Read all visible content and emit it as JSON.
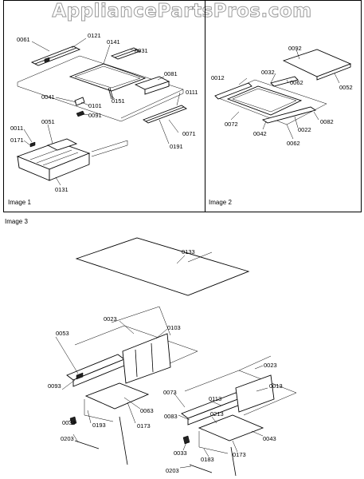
{
  "watermark": "AppliancePartsPros.com",
  "panels": {
    "image1": "Image 1",
    "image2": "Image 2",
    "image3": "Image 3"
  },
  "labels": {
    "l0061a": "0061",
    "l0121": "0121",
    "l0141": "0141",
    "l0031": "0031",
    "l0081": "0081",
    "l0111": "0111",
    "l0041": "0041",
    "l0101": "0101",
    "l0091": "0091",
    "l0151": "0151",
    "l0011": "0011",
    "l0051": "0051",
    "l0171": "0171",
    "l0071": "0071",
    "l0191": "0191",
    "l0131": "0131",
    "l0092": "0092",
    "l0012": "0012",
    "l0032": "0032",
    "l0062": "0062",
    "l0052": "0052",
    "l0072": "0072",
    "l0042": "0042",
    "l0022": "0022",
    "l0082": "0082",
    "l0062b": "0062",
    "l0133": "0133",
    "l0023a": "0023",
    "l0053": "0053",
    "l0103": "0103",
    "l0093": "0093",
    "l0063": "0063",
    "l0033a": "0033",
    "l0193": "0193",
    "l0173a": "0173",
    "l0203a": "0203",
    "l0023b": "0023",
    "l0073": "0073",
    "l0013": "0013",
    "l0113": "0113",
    "l0083": "0083",
    "l0213": "0213",
    "l0043": "0043",
    "l0033b": "0033",
    "l0183": "0183",
    "l0173b": "0173",
    "l0203b": "0203"
  }
}
